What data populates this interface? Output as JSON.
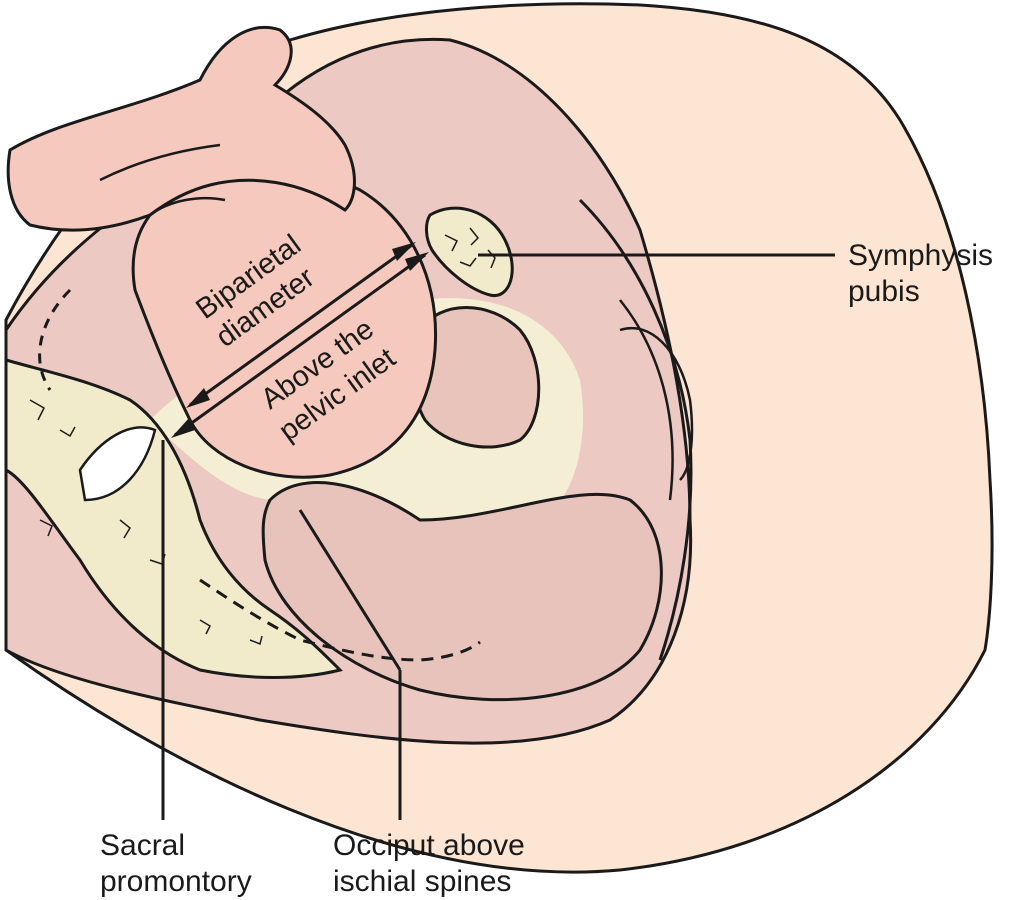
{
  "labels": {
    "symphysis_pubis": [
      "Symphysis",
      "pubis"
    ],
    "sacral_promontory": [
      "Sacral",
      "promontory"
    ],
    "occiput": [
      "Occiput above",
      "ischial spines"
    ],
    "biparietal": [
      "Biparietal",
      "diameter"
    ],
    "inlet": [
      "Above the",
      "pelvic inlet"
    ]
  },
  "colors": {
    "skin": "#fce5d3",
    "tissue": "#ecc9c2",
    "fetus": "#f5c9bd",
    "bone": "#f1ebcc",
    "pelvis_space": "#f4efd4",
    "outline": "#1a1a1a"
  }
}
